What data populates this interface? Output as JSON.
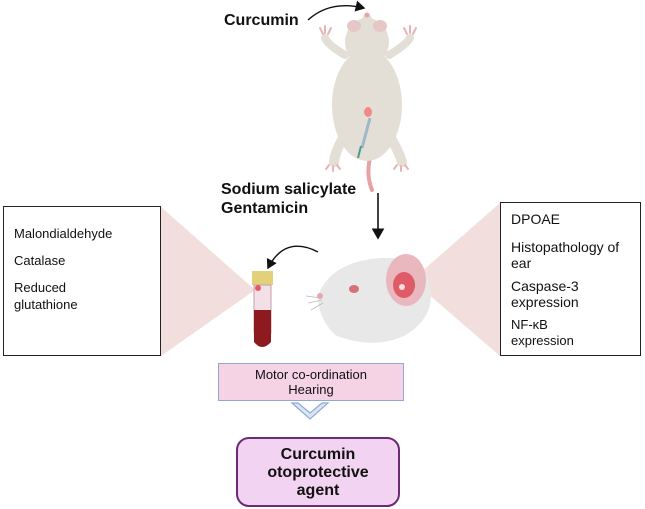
{
  "top_label": "Curcumin",
  "treatment": {
    "line1": "Sodium salicylate",
    "line2": "Gentamicin"
  },
  "left_box": {
    "items": [
      "Malondialdehyde",
      "Catalase",
      "Reduced glutathione"
    ]
  },
  "right_box": {
    "items": [
      "DPOAE",
      "Histopathology of ear",
      "Caspase-3 expression",
      "NF-κB expression"
    ]
  },
  "center_box": {
    "line1": "Motor co-ordination",
    "line2": "Hearing"
  },
  "result_box": {
    "line1": "Curcumin",
    "line2": "otoprotective",
    "line3": "agent"
  },
  "colors": {
    "cone": "#f3dede",
    "center_box_fill": "#f6d3e4",
    "center_box_border": "#8fa9d6",
    "result_fill": "#f2d3f1",
    "result_border": "#6b2a73",
    "blood": "#8c1a1f"
  },
  "icons": [
    "rat-icon",
    "mouse-head-icon",
    "blood-tube-icon",
    "syringe-icon",
    "down-chevron-icon"
  ]
}
